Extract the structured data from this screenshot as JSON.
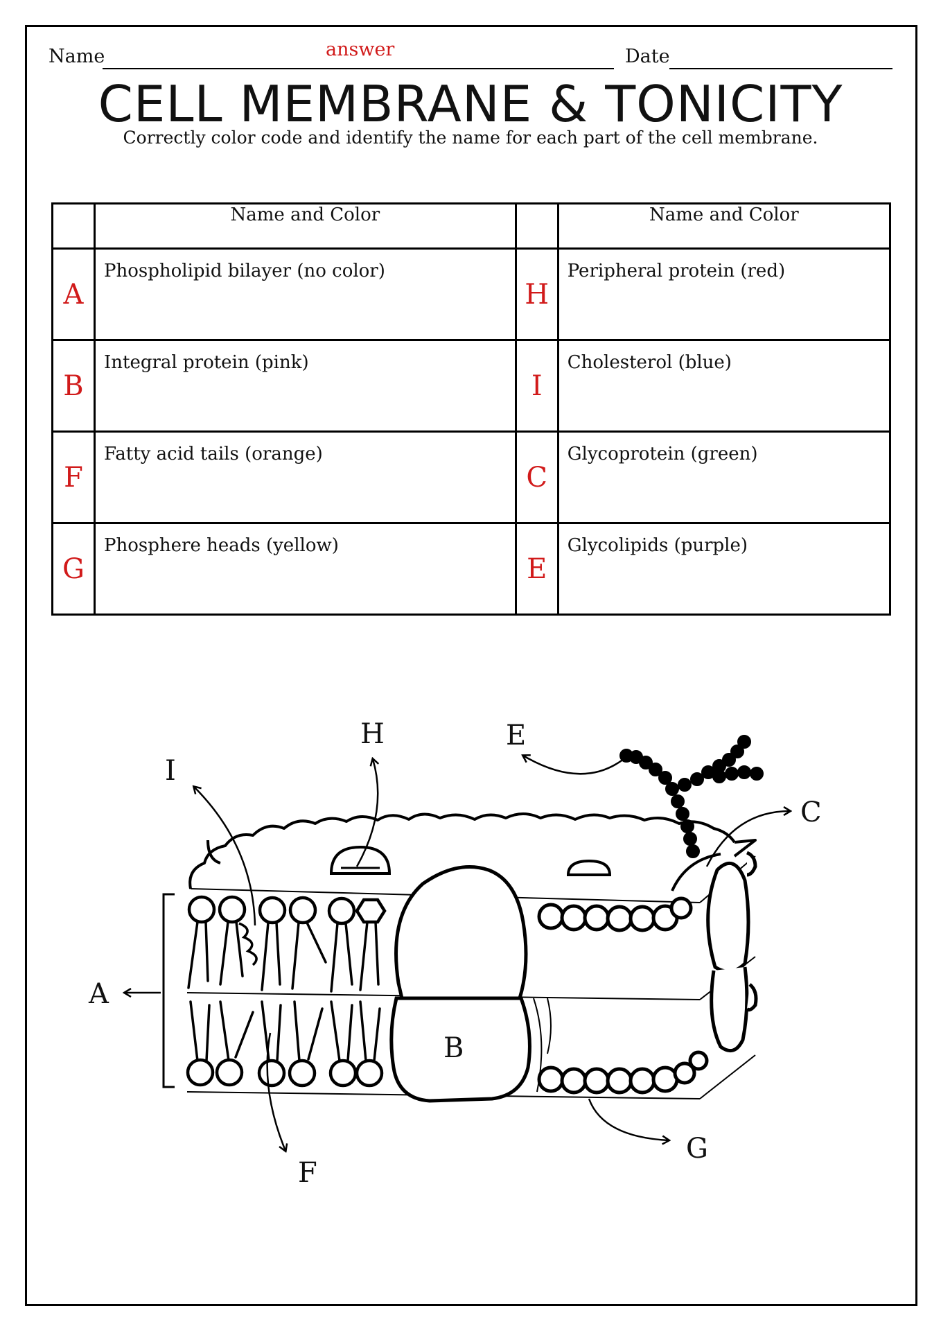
{
  "header": {
    "name_label": "Name",
    "name_value": "answer",
    "date_label": "Date"
  },
  "title": "CELL MEMBRANE & TONICITY",
  "subtitle": "Correctly color code and identify the name for each part of the cell membrane.",
  "table": {
    "column_header": "Name and Color",
    "rows": [
      {
        "left_letter": "A",
        "left_text": "Phospholipid bilayer (no color)",
        "right_letter": "H",
        "right_text": "Peripheral protein (red)"
      },
      {
        "left_letter": "B",
        "left_text": "Integral protein (pink)",
        "right_letter": "I",
        "right_text": "Cholesterol (blue)"
      },
      {
        "left_letter": "F",
        "left_text": "Fatty acid tails (orange)",
        "right_letter": "C",
        "right_text": "Glycoprotein (green)"
      },
      {
        "left_letter": "G",
        "left_text": "Phosphere heads (yellow)",
        "right_letter": "E",
        "right_text": "Glycolipids (purple)"
      }
    ]
  },
  "diagram_labels": {
    "I": "I",
    "H": "H",
    "E": "E",
    "C": "C",
    "A": "A",
    "B": "B",
    "F": "F",
    "G": "G"
  },
  "colors": {
    "answer_red": "#d11a1a",
    "ink": "#000000"
  }
}
